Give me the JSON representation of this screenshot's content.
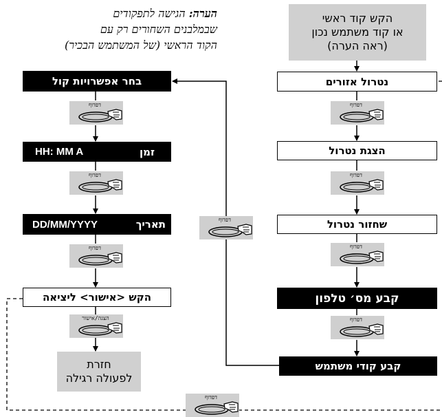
{
  "note": {
    "bold": "הערה:",
    "line1": "הגישה לתפקודים",
    "line2": "שבמלבנים השחורים רק עם",
    "line3": "הקוד הראשי (של המשתמש הבכיר)"
  },
  "right_column": {
    "start_line1": "הקש קוד ראשי",
    "start_line2": "או קוד משתמש נכון",
    "start_line3": "(ראה הערה)",
    "zone_bypass": "נטרול אזורים",
    "show_bypass": "הצגת נטרול",
    "restore_bypass": "שחזור נטרול",
    "set_phone": "קבע מס׳ טלפון",
    "set_user_codes": "קבע קודי משתמש"
  },
  "left_column": {
    "voice_options": "בחר אפשרויות קול",
    "time_label": "זמן",
    "time_format": "HH: MM A",
    "date_label": "תאריך",
    "date_format": "DD/MM/YYYY",
    "press_ok_exit": "הקש <אישור> ליציאה",
    "return_line1": "חזרת",
    "return_line2": "לפעולה רגילה"
  },
  "keys": {
    "next": "דפדוף",
    "show_ok": "הצגה/אישור"
  }
}
